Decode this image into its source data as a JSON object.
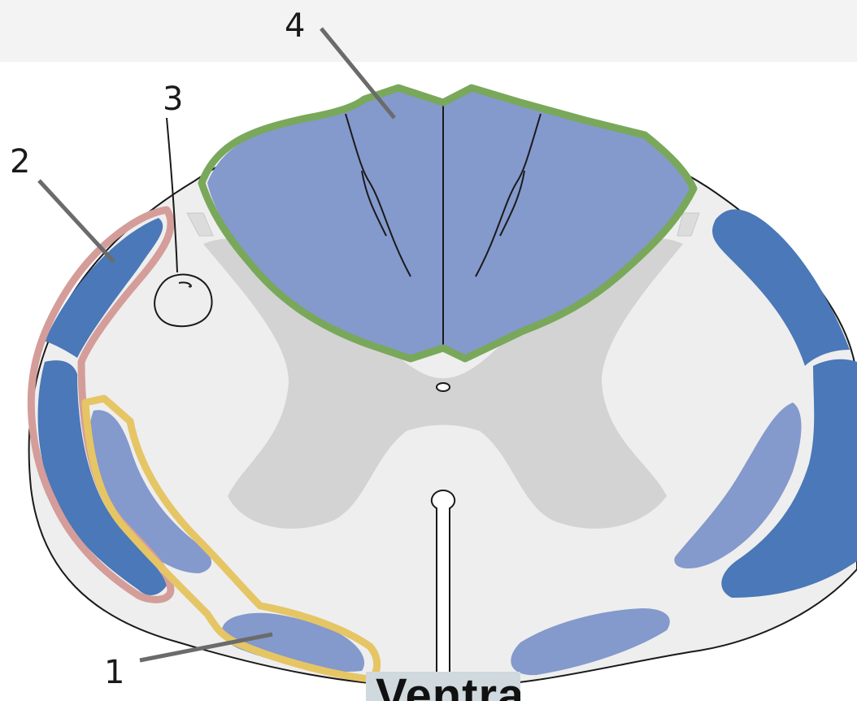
{
  "labels": [
    {
      "id": "1",
      "text": "1"
    },
    {
      "id": "2",
      "text": "2"
    },
    {
      "id": "3",
      "text": "3"
    },
    {
      "id": "4",
      "text": "4"
    }
  ],
  "bottom_label": "Ventral",
  "colors": {
    "tract_dark_blue": "#4a78b8",
    "tract_light_blue": "#8499cc",
    "gray_matter": "#d3d3d3",
    "white_matter": "#eeeeee",
    "outline_pink": "#d49d9a",
    "outline_yellow": "#e6c565",
    "outline_green": "#79a85a"
  }
}
